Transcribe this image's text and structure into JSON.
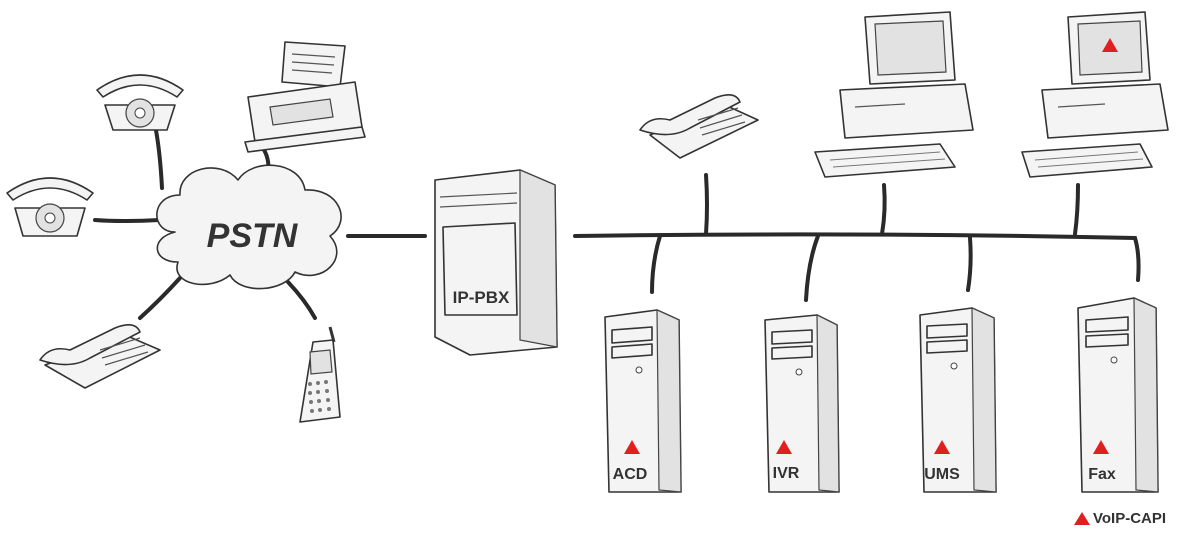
{
  "cloud": {
    "label": "PSTN"
  },
  "pbx": {
    "label": "IP-PBX"
  },
  "servers": [
    {
      "id": "acd",
      "label": "ACD"
    },
    {
      "id": "ivr",
      "label": "IVR"
    },
    {
      "id": "ums",
      "label": "UMS"
    },
    {
      "id": "fax",
      "label": "Fax"
    }
  ],
  "legend": {
    "label": "VoIP-CAPI",
    "marker_color": "#e02020"
  }
}
